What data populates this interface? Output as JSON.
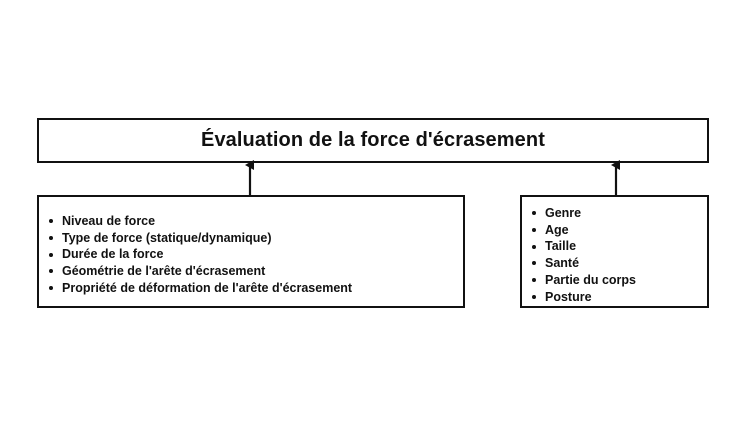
{
  "title": "Évaluation de la force d'écrasement",
  "left_factors": [
    "Niveau de force",
    "Type de force (statique/dynamique)",
    "Durée de la force",
    "Géométrie de l'arête d'écrasement",
    "Propriété de déformation de l'arête d'écrasement"
  ],
  "right_factors": [
    "Genre",
    "Age",
    "Taille",
    "Santé",
    "Partie du corps",
    "Posture"
  ]
}
